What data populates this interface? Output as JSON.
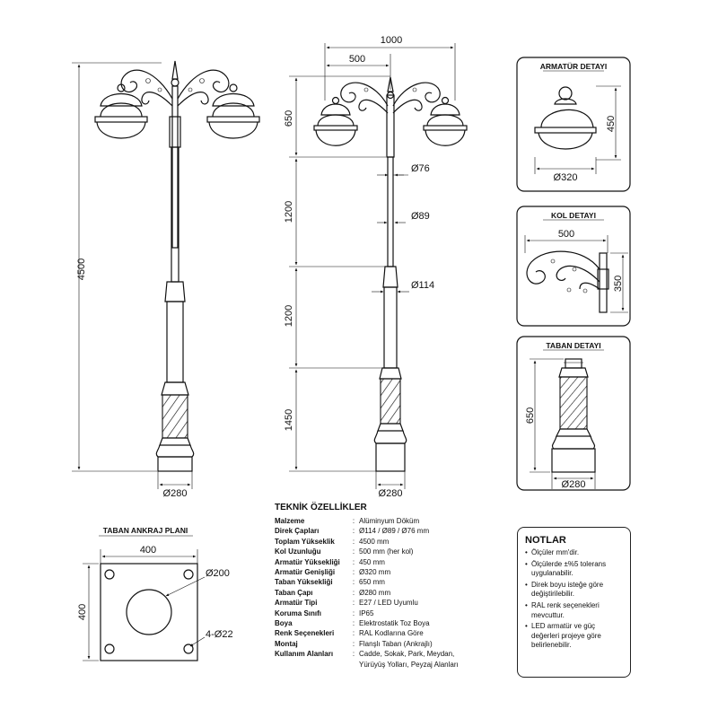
{
  "dimensions": {
    "total_width": "1000",
    "arm_width": "500",
    "total_height": "4500",
    "seg_lantern": "650",
    "seg_top": "1200",
    "seg_mid": "1200",
    "seg_base": "1450",
    "dia_top": "Ø76",
    "dia_mid": "Ø89",
    "dia_bottom": "Ø114",
    "base_dia_left": "Ø280",
    "base_dia_right": "Ø280"
  },
  "armature_detail": {
    "title": "ARMATÜR DETAYI",
    "height": "450",
    "diameter": "Ø320"
  },
  "arm_detail": {
    "title": "KOL DETAYI",
    "width": "500",
    "height": "350"
  },
  "base_detail": {
    "title": "TABAN DETAYI",
    "height": "650",
    "diameter": "Ø280"
  },
  "anchor_plan": {
    "title": "TABAN ANKRAJ PLANI",
    "width": "400",
    "height": "400",
    "hole_center": "Ø200",
    "holes": "4-Ø22"
  },
  "specs": {
    "title": "TEKNİK ÖZELLİKLER",
    "rows": [
      {
        "label": "Malzeme",
        "value": "Alüminyum Döküm"
      },
      {
        "label": "Direk Çapları",
        "value": "Ø114 / Ø89 / Ø76 mm"
      },
      {
        "label": "Toplam Yükseklik",
        "value": "4500 mm"
      },
      {
        "label": "Kol Uzunluğu",
        "value": "500 mm (her kol)"
      },
      {
        "label": "Armatür Yüksekliği",
        "value": "450 mm"
      },
      {
        "label": "Armatür Genişliği",
        "value": "Ø320 mm"
      },
      {
        "label": "Taban Yüksekliği",
        "value": "650 mm"
      },
      {
        "label": "Taban Çapı",
        "value": "Ø280 mm"
      },
      {
        "label": "Armatür Tipi",
        "value": "E27 / LED Uyumlu"
      },
      {
        "label": "Koruma Sınıfı",
        "value": "IP65"
      },
      {
        "label": "Boya",
        "value": "Elektrostatik Toz Boya"
      },
      {
        "label": "Renk Seçenekleri",
        "value": "RAL Kodlarına Göre"
      },
      {
        "label": "Montaj",
        "value": "Flanşlı Taban (Ankrajlı)"
      },
      {
        "label": "Kullanım Alanları",
        "value": "Cadde, Sokak, Park, Meydan,"
      }
    ],
    "usage_continued": "Yürüyüş Yolları, Peyzaj Alanları"
  },
  "notes": {
    "title": "NOTLAR",
    "items": [
      "Ölçüler mm'dir.",
      "Ölçülerde ±%5 tolerans uygulanabilir.",
      "Direk boyu isteğe göre değiştirilebilir.",
      "RAL renk seçenekleri mevcuttur.",
      "LED armatür ve güç değerleri projeye göre belirlenebilir."
    ]
  }
}
